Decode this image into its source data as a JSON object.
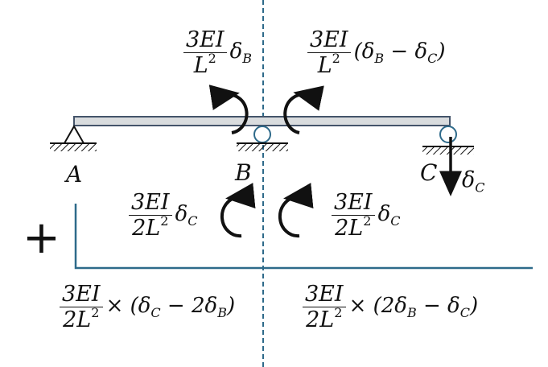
{
  "labels": {
    "A": "A",
    "B": "B",
    "C": "C",
    "delta_c_arrow_main": "δ",
    "delta_c_arrow_sub": "C",
    "plus_sign": "+"
  },
  "top_left_moment": {
    "numerator": "3EI",
    "den_var": "L",
    "den_exp": "2",
    "tail_main": "δ",
    "tail_sub": "B"
  },
  "top_right_moment": {
    "numerator": "3EI",
    "den_var": "L",
    "den_exp": "2",
    "tail_pre": "(δ",
    "tail_sub1": "B",
    "tail_mid": " − δ",
    "tail_sub2": "C",
    "tail_post": ")"
  },
  "mid_left_moment": {
    "numerator": "3EI",
    "den_var": "2L",
    "den_exp": "2",
    "tail_main": "δ",
    "tail_sub": "C"
  },
  "mid_right_moment": {
    "numerator": "3EI",
    "den_var": "2L",
    "den_exp": "2",
    "tail_main": "δ",
    "tail_sub": "C"
  },
  "bottom_left_result": {
    "numerator": "3EI",
    "den_var": "2L",
    "den_exp": "2",
    "tail_pre": "× (δ",
    "tail_sub1": "C",
    "tail_mid": " − 2δ",
    "tail_sub2": "B",
    "tail_post": ")"
  },
  "bottom_right_result": {
    "numerator": "3EI",
    "den_var": "2L",
    "den_exp": "2",
    "tail_pre": "× (2δ",
    "tail_sub1": "B",
    "tail_mid": " − δ",
    "tail_sub2": "C",
    "tail_post": ")"
  },
  "colors": {
    "beam_fill": "#d9dcde",
    "beam_stroke": "#44546a",
    "divider": "#2e6a8a",
    "bracket": "#2e6a8a",
    "ink": "#111111"
  }
}
